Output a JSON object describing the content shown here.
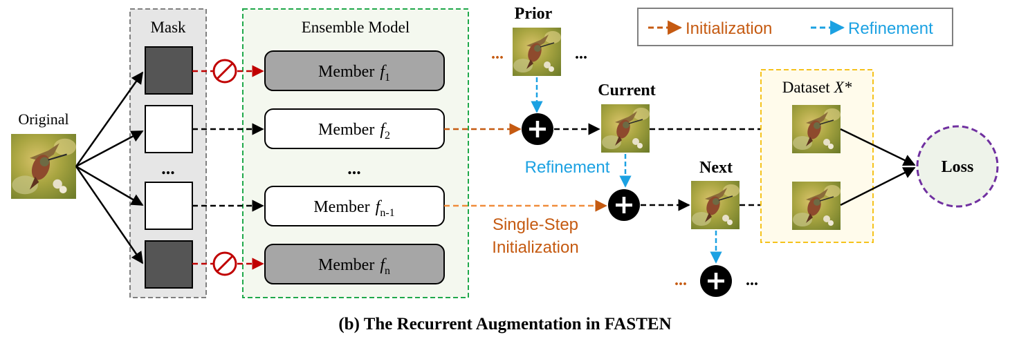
{
  "legend": {
    "init": "Initialization",
    "refine": "Refinement"
  },
  "mask": {
    "title": "Mask",
    "ellipsis": "..."
  },
  "original": {
    "label": "Original"
  },
  "ensemble": {
    "title": "Ensemble Model",
    "member_word": "Member",
    "members": [
      {
        "var": "f",
        "sub": "1"
      },
      {
        "var": "f",
        "sub": "2"
      },
      {
        "var": "f",
        "sub": "n-1"
      },
      {
        "var": "f",
        "sub": "n"
      }
    ],
    "ellipsis": "..."
  },
  "stages": {
    "prior": "Prior",
    "current": "Current",
    "next": "Next"
  },
  "labels": {
    "refinement": "Refinement",
    "single_step_1": "Single-Step",
    "single_step_2": "Initialization",
    "dataset": "Dataset",
    "dataset_var": "X*",
    "loss": "Loss",
    "ellipsis": "..."
  },
  "caption": "(b) The Recurrent Augmentation in FASTEN",
  "colors": {
    "init": "#c55a11",
    "refine": "#1ba1e2",
    "blocked": "#c00000",
    "mask_bg": "#e6e6e6",
    "mask_dark": "#555555",
    "ensemble_border": "#1fa84a",
    "ensemble_bg": "#f4f8ef",
    "dataset_border": "#f5c21b",
    "dataset_bg": "#fffbeb",
    "loss_border": "#7030a0",
    "loss_bg": "#eef3ea"
  }
}
